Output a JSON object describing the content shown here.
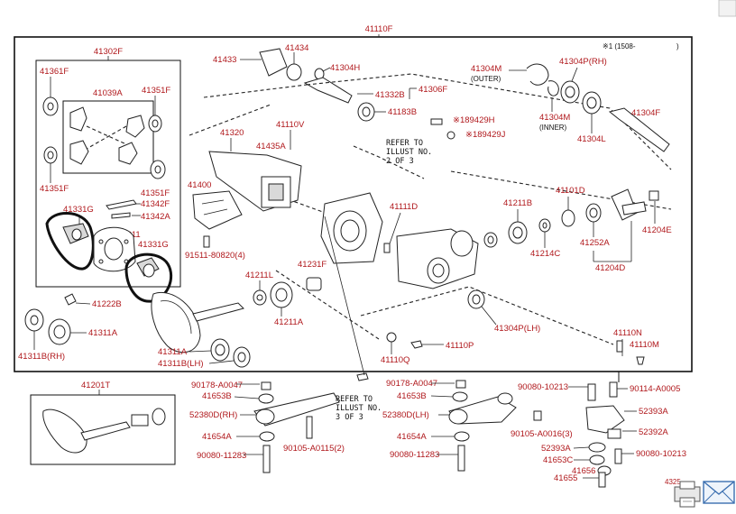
{
  "diagram": {
    "note_top": "※1 (1508-",
    "note_top_end": ")",
    "labels": {
      "l41110F": "41110F",
      "l41302F": "41302F",
      "l41361F": "41361F",
      "l41039A": "41039A",
      "l41351F_a": "41351F",
      "l41351F_b": "41351F",
      "l41351F_c": "41351F",
      "l41342F": "41342F",
      "l41342A": "41342A",
      "l41331G_a": "41331G",
      "l41311": "41311",
      "l41331G_b": "41331G",
      "l41222B": "41222B",
      "l41311A": "41311A",
      "l41311BRH": "41311B(RH)",
      "l41311A_b": "41311A",
      "l41311BLH": "41311B(LH)",
      "l41433": "41433",
      "l41434": "41434",
      "l41304H": "41304H",
      "l41332B": "41332B",
      "l41306F": "41306F",
      "l41183B": "41183B",
      "l189429H": "※189429H",
      "l189429J": "※189429J",
      "l41110V": "41110V",
      "l41320": "41320",
      "l41435A": "41435A",
      "l41400": "41400",
      "l91511": "91511-80820(4)",
      "l41211L": "41211L",
      "l41211A": "41211A",
      "l41231F": "41231F",
      "l41111D": "41111D",
      "l41211B": "41211B",
      "l41101D": "41101D",
      "l41214C": "41214C",
      "l41252A": "41252A",
      "l41204D": "41204D",
      "l41204E": "41204E",
      "l41304M_o": "41304M",
      "l_outer": "(OUTER)",
      "l41304PRH": "41304P(RH)",
      "l41304M_i": "41304M",
      "l_inner": "(INNER)",
      "l41304L": "41304L",
      "l41304F": "41304F",
      "l41304PLH": "41304P(LH)",
      "l41110N": "41110N",
      "l41110M": "41110M",
      "l41110P": "41110P",
      "l41110Q": "41110Q",
      "l41201T": "41201T",
      "l90178_a": "90178-A0047",
      "l41653B_a": "41653B",
      "l52380DRH": "52380D(RH)",
      "l41654A_a": "41654A",
      "l90080_11283_a": "90080-11283",
      "l90105_A0115": "90105-A0115(2)",
      "l90178_b": "90178-A0047",
      "l41653B_b": "41653B",
      "l52380DLH": "52380D(LH)",
      "l41654A_b": "41654A",
      "l90080_11283_b": "90080-11283",
      "l90080_10213_a": "90080-10213",
      "l90114": "90114-A0005",
      "l52393A_a": "52393A",
      "l52392A": "52392A",
      "l90105_A0016": "90105-A0016(3)",
      "l52393A_b": "52393A",
      "l90080_10213_b": "90080-10213",
      "l41653C": "41653C",
      "l41656": "41656",
      "l41655": "41655",
      "l4325": "4325"
    },
    "refer_top": [
      "REFER TO",
      "ILLUST NO.",
      "2 OF 3"
    ],
    "refer_bottom": [
      "REFER TO",
      "ILLUST NO.",
      "3 OF 3"
    ]
  }
}
